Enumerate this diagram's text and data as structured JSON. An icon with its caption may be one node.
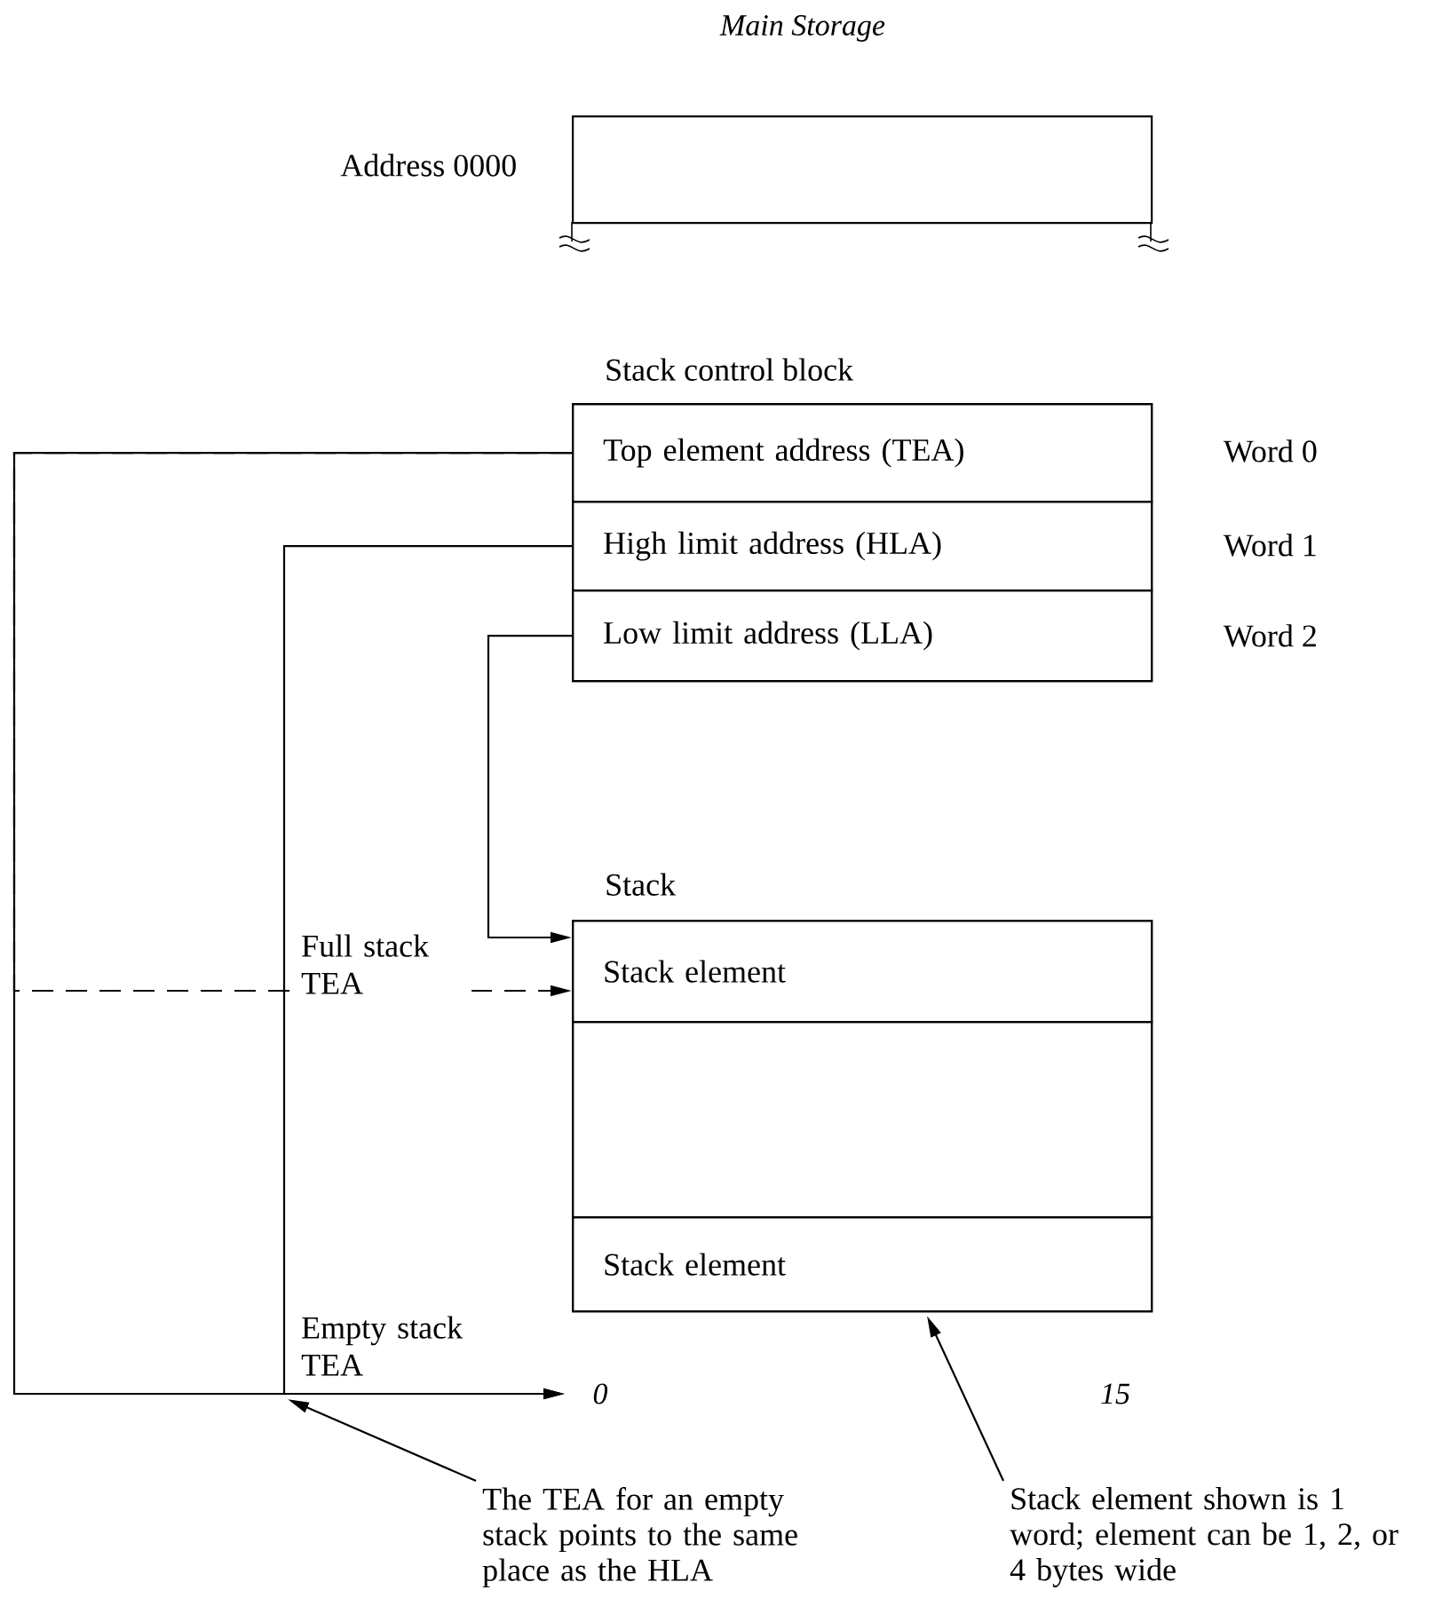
{
  "diagram": {
    "title": "Main Storage",
    "nodes": [
      {
        "text": [],
        "shape": "box",
        "beside": [
          "Address 0000"
        ]
      },
      {
        "text": [
          "Stack control block"
        ]
      },
      {
        "text": [
          "Top element address (TEA)"
        ],
        "in": 1,
        "beside": [
          "Word 0"
        ]
      },
      {
        "text": [
          "High limit address (HLA)"
        ],
        "in": 1,
        "beside": [
          "Word 1"
        ]
      },
      {
        "text": [
          "Low limit address (LLA)"
        ],
        "in": 1,
        "beside": [
          "Word 2"
        ]
      },
      {
        "text": [
          "Stack"
        ]
      },
      {
        "text": [
          "Stack element"
        ],
        "in": 5
      },
      {
        "text": [],
        "shape": "box",
        "in": 5
      },
      {
        "text": [
          "Stack element"
        ],
        "in": 5
      },
      {
        "text": [
          "The TEA for an empty stack points to the same place as the HLA"
        ]
      },
      {
        "text": [
          "Stack element shown is 1 word; element can be 1, 2, or 4 bytes wide"
        ]
      }
    ],
    "edges": [
      {
        "from": 2,
        "to": null,
        "arrow": "to",
        "label": "Empty stack TEA"
      },
      {
        "from": 2,
        "to": 6,
        "arrow": "to",
        "style": "dashed",
        "label": "Full stack TEA"
      },
      {
        "from": 3,
        "to": null,
        "arrow": "to"
      },
      {
        "from": 4,
        "to": 6,
        "arrow": "to"
      },
      {
        "from": 9,
        "to": null,
        "arrow": "to"
      },
      {
        "from": 10,
        "to": 8,
        "arrow": "to"
      }
    ],
    "labels": [
      "0",
      "15"
    ]
  }
}
